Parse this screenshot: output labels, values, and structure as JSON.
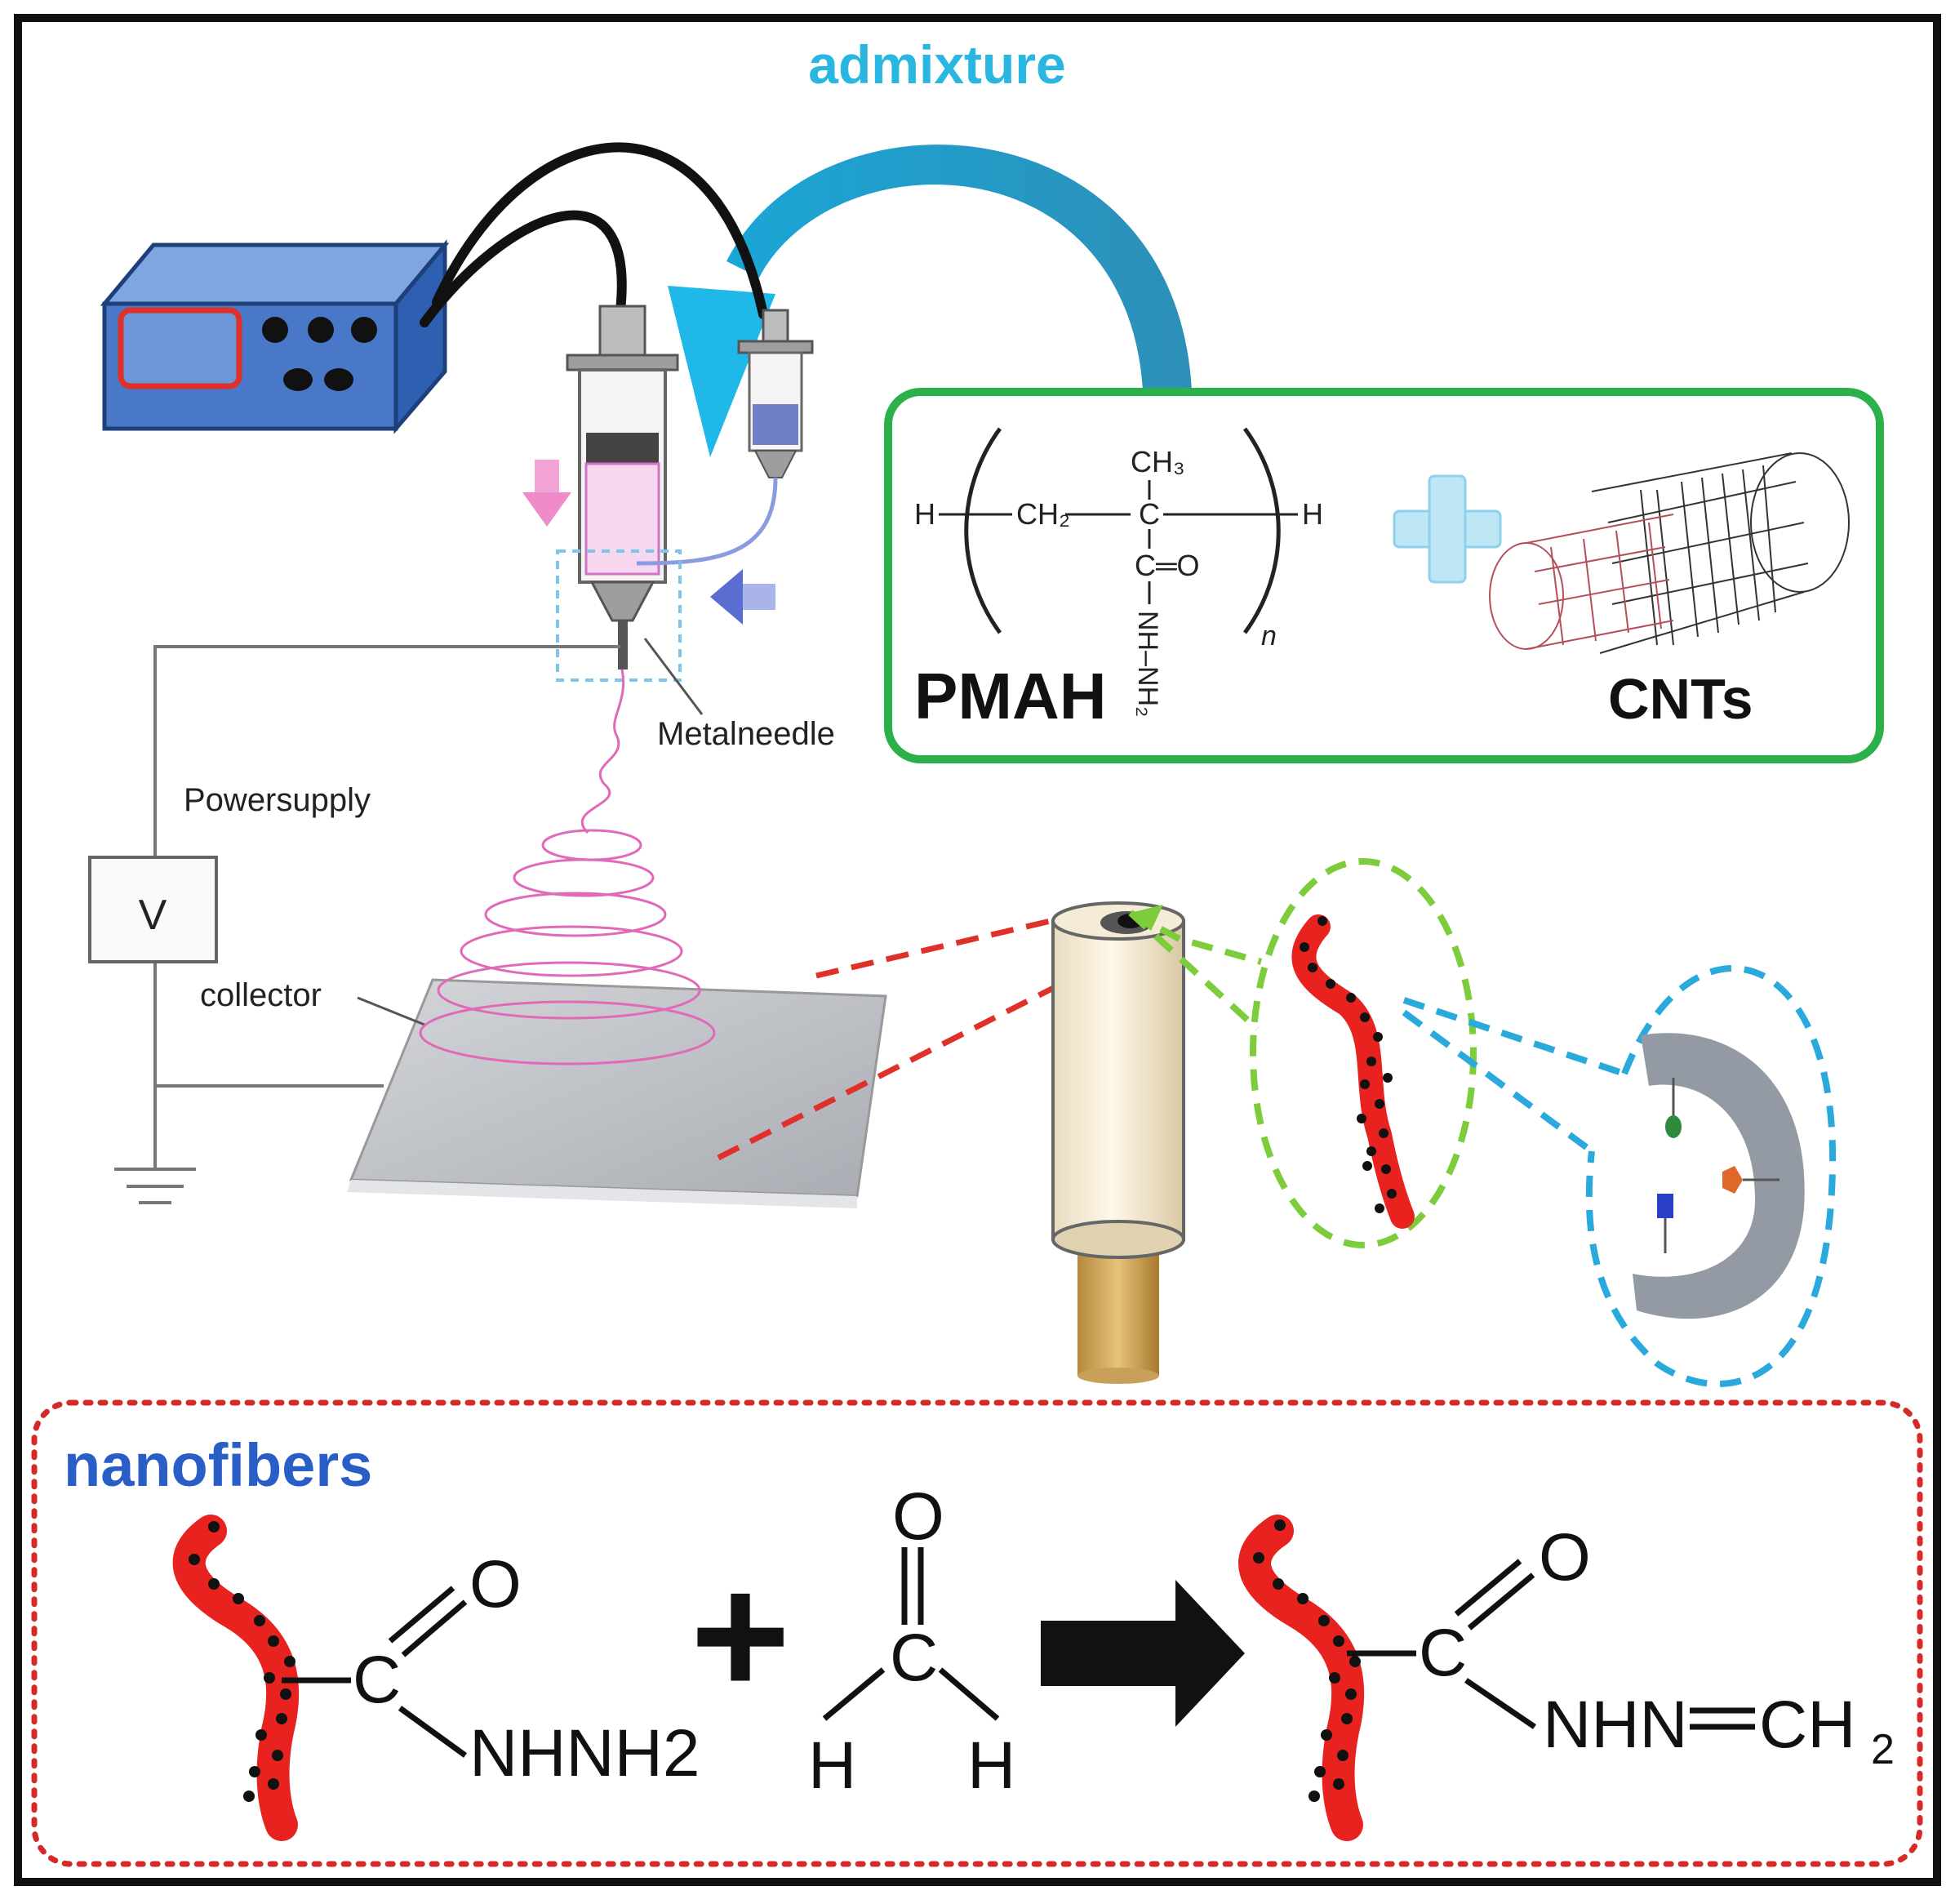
{
  "labels": {
    "admixture": "admixture",
    "metal_needle": "Metalneedle",
    "power_supply": "Powersupply",
    "voltmeter": "V",
    "collector": "collector",
    "pmah": "PMAH",
    "cnts": "CNTs",
    "nanofibers": "nanofibers"
  },
  "pmah_formula": {
    "h_left": "H",
    "ch2": "CH₂",
    "c": "C",
    "ch3": "CH₃",
    "h_right": "H",
    "c_eq_o": "C═O",
    "nh_nh2": "NH–NH₂",
    "n": "n"
  },
  "reaction": {
    "reactant_o": "O",
    "reactant_c": "C",
    "reactant_group": "NHNH2",
    "plus": "+",
    "aldehyde_o": "O",
    "aldehyde_c": "C",
    "aldehyde_h_left": "H",
    "aldehyde_h_right": "H",
    "product_o": "O",
    "product_c": "C",
    "product_nhn": "NHN",
    "product_ch": "CH",
    "product_sub": "2"
  },
  "colors": {
    "border": "#111111",
    "admixture_blue": "#29b6e0",
    "green_box": "#2bb04a",
    "red_dotted": "#d42a2a",
    "nanofibers_blue": "#2a5ec7",
    "fiber_red": "#e8231f",
    "device_blue": "#4a78c8"
  }
}
